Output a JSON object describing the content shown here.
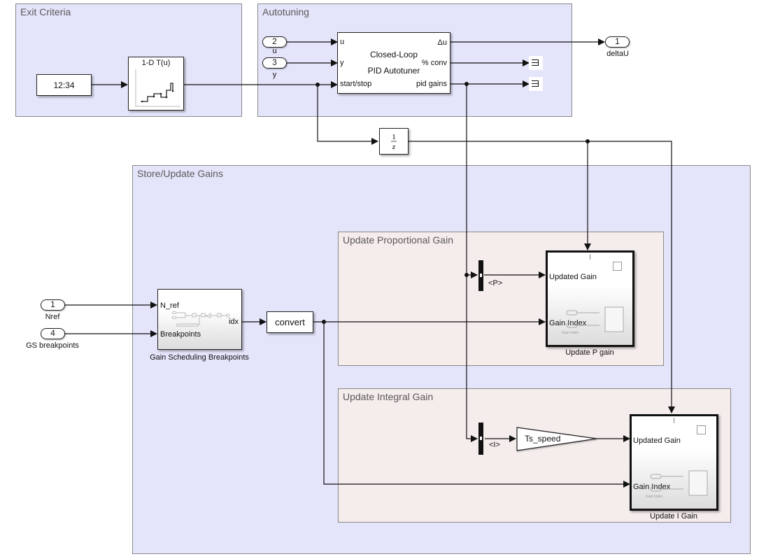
{
  "areas": {
    "exit_criteria": "Exit Criteria",
    "autotuning": "Autotuning",
    "store_update": "Store/Update Gains",
    "update_p": "Update Proportional Gain",
    "update_i": "Update Integral Gain"
  },
  "blocks": {
    "constant": {
      "value": "12:34"
    },
    "lookup": {
      "title": "1-D T(u)"
    },
    "pid": {
      "line1": "Closed-Loop",
      "line2": "PID Autotuner",
      "in_u": "u",
      "in_y": "y",
      "in_start": "start/stop",
      "out_du": "Δu",
      "out_conv": "% conv",
      "out_gains": "pid gains"
    },
    "unit_delay": {
      "num": "1",
      "den": "z"
    },
    "gain_sched": {
      "in_nref": "N_ref",
      "in_bp": "Breakpoints",
      "out_idx": "idx",
      "name": "Gain Scheduling Breakpoints"
    },
    "convert": {
      "label": "convert"
    },
    "selector_p": {
      "label": "<P>"
    },
    "selector_i": {
      "label": "<I>"
    },
    "gain_ts": {
      "label": "Ts_speed"
    },
    "update_p_gain": {
      "in_updated": "Updated Gain",
      "in_index": "Gain Index",
      "mini_label": "Gain Index",
      "name": "Update P gain",
      "trigger_icon": "⦚"
    },
    "update_i_gain": {
      "in_updated": "Updated Gain",
      "in_index": "Gain Index",
      "mini_label": "Gain Index",
      "name": "Update I Gain",
      "trigger_icon": "⦚"
    }
  },
  "ports": {
    "in_u": {
      "number": "2",
      "name": "u"
    },
    "in_y": {
      "number": "3",
      "name": "y"
    },
    "out_delta": {
      "number": "1",
      "name": "deltaU"
    },
    "in_nref": {
      "number": "1",
      "name": "Nref"
    },
    "in_gs": {
      "number": "4",
      "name": "GS breakpoints"
    }
  }
}
